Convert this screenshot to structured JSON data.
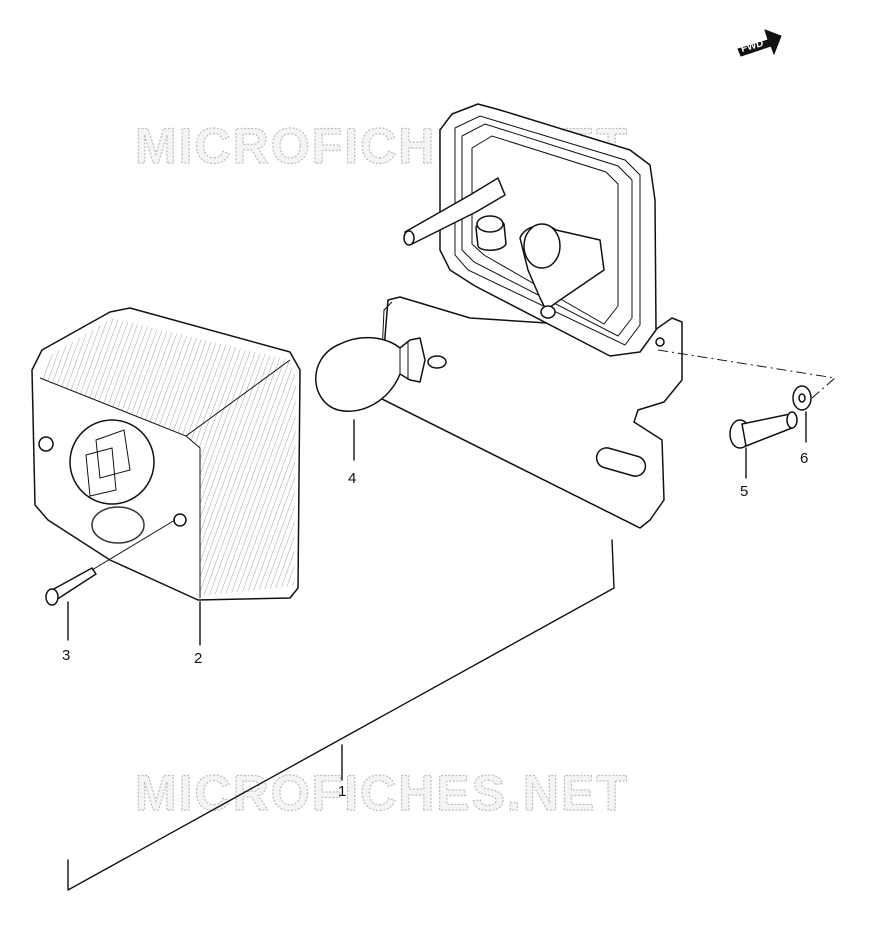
{
  "watermark": "MICROFICHES.NET",
  "fwd_badge": "FWD",
  "callouts": [
    {
      "id": "1",
      "label": "1"
    },
    {
      "id": "2",
      "label": "2"
    },
    {
      "id": "3",
      "label": "3"
    },
    {
      "id": "4",
      "label": "4"
    },
    {
      "id": "5",
      "label": "5"
    },
    {
      "id": "6",
      "label": "6"
    }
  ]
}
